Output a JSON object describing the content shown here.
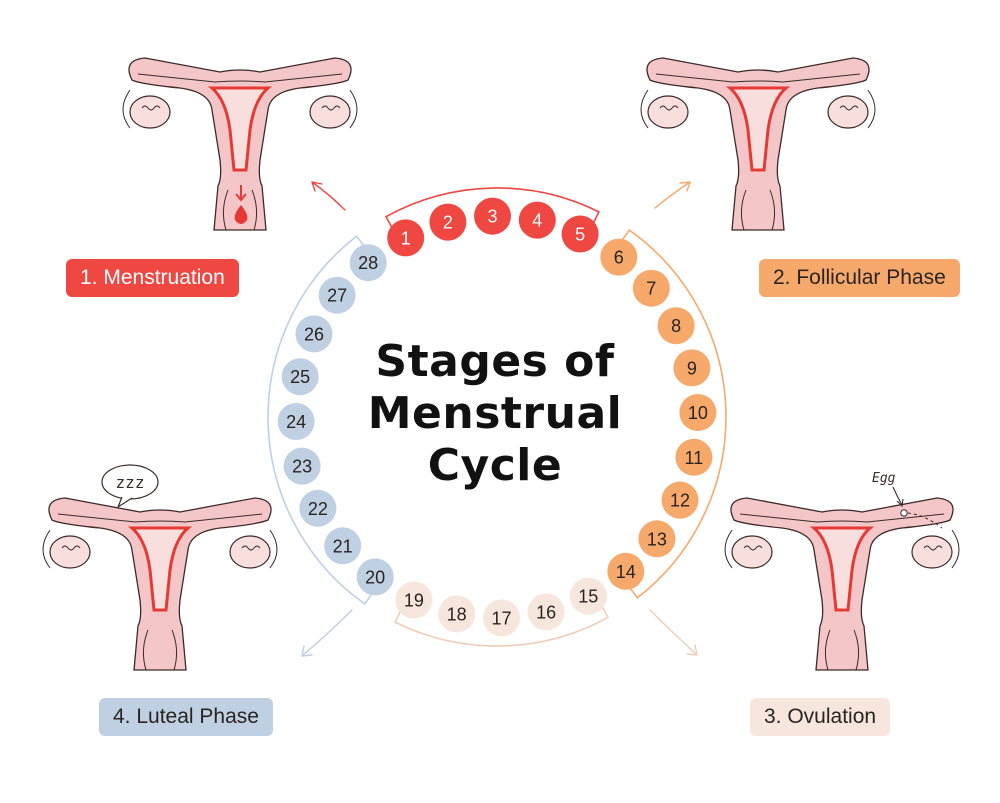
{
  "title": {
    "line1": "Stages of",
    "line2": "Menstrual",
    "line3": "Cycle"
  },
  "phases": [
    {
      "id": "menstruation",
      "label": "1. Menstruation",
      "color": "#ef4742",
      "text_color": "#ffffff",
      "days": [
        1,
        2,
        3,
        4,
        5
      ]
    },
    {
      "id": "follicular",
      "label": "2. Follicular Phase",
      "color": "#f6a96b",
      "text_color": "#2a2420",
      "days": [
        6,
        7,
        8,
        9,
        10,
        11,
        12,
        13,
        14
      ]
    },
    {
      "id": "ovulation",
      "label": "3. Ovulation",
      "color": "#f6e6dc",
      "text_color": "#2a2420",
      "days": [
        15,
        16,
        17,
        18,
        19
      ]
    },
    {
      "id": "luteal",
      "label": "4. Luteal Phase",
      "color": "#bfd0e3",
      "text_color": "#2a2420",
      "days": [
        20,
        21,
        22,
        23,
        24,
        25,
        26,
        27,
        28
      ]
    }
  ],
  "cycle_days": 28,
  "annotations": {
    "sleep": "zzz",
    "egg": "Egg"
  },
  "colors": {
    "uterus_fill": "#f5c6c8",
    "uterus_outline": "#3b2a2a",
    "lining": "#e53935",
    "blood_drop": "#e53935"
  }
}
